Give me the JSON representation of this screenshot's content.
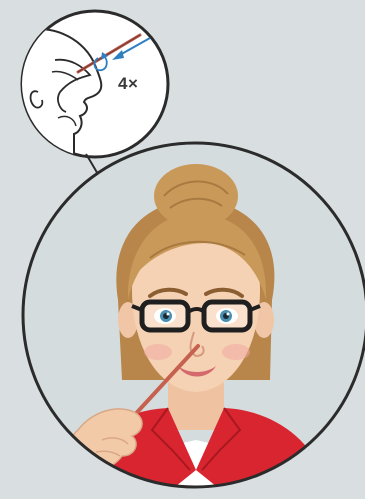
{
  "inset": {
    "count_label": "4×"
  },
  "colors": {
    "background": "#d9dfe1",
    "circle_stroke": "#2b2b2b",
    "swab_stick": "#b55a4c",
    "arrow_blue": "#2f7fc1",
    "hair": "#c9995a",
    "skin": "#f6d2b4",
    "jacket": "#d9252f",
    "glasses": "#1f1f1f"
  },
  "icons": [
    "nose-swab-diagram",
    "rotate-arrow-icon",
    "insert-arrow-icon",
    "connector-arrow"
  ]
}
